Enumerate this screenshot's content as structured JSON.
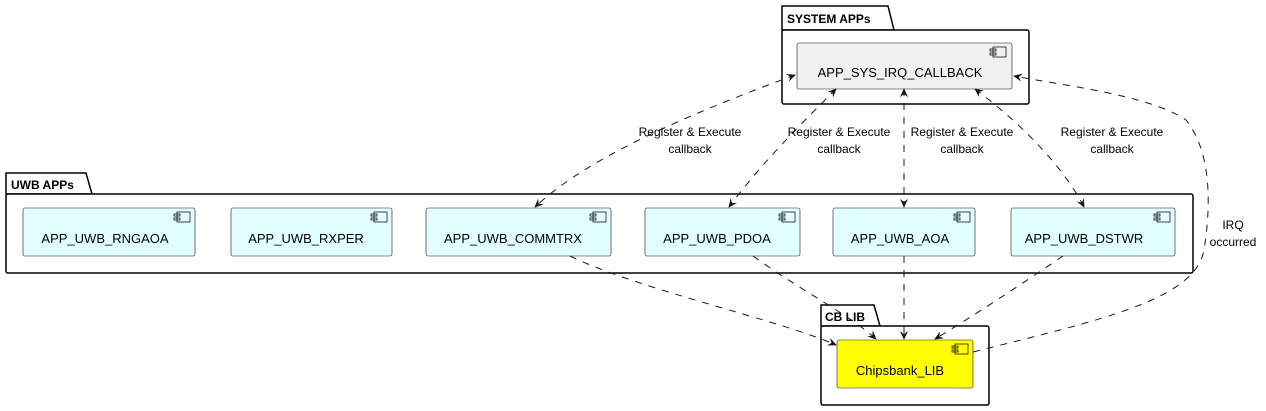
{
  "colors": {
    "system_component_fill": "#F1F1F1",
    "uwb_component_fill": "#E2FFFF",
    "lib_component_fill": "#FFFF00",
    "line": "#181818"
  },
  "packages": {
    "system": {
      "title": "SYSTEM APPs"
    },
    "uwb": {
      "title": "UWB APPs"
    },
    "lib": {
      "title": "CB LIB"
    }
  },
  "components": {
    "sys_irq_callback": "APP_SYS_IRQ_CALLBACK",
    "uwb_rngaoa": "APP_UWB_RNGAOA",
    "uwb_rxper": "APP_UWB_RXPER",
    "uwb_commtrx": "APP_UWB_COMMTRX",
    "uwb_pdoa": "APP_UWB_PDOA",
    "uwb_aoa": "APP_UWB_AOA",
    "uwb_dstwr": "APP_UWB_DSTWR",
    "chipsbank_lib": "Chipsbank_LIB"
  },
  "edge_labels": {
    "register_execute": [
      "Register & Execute",
      "callback"
    ],
    "irq": [
      "IRQ",
      "occurred"
    ]
  }
}
